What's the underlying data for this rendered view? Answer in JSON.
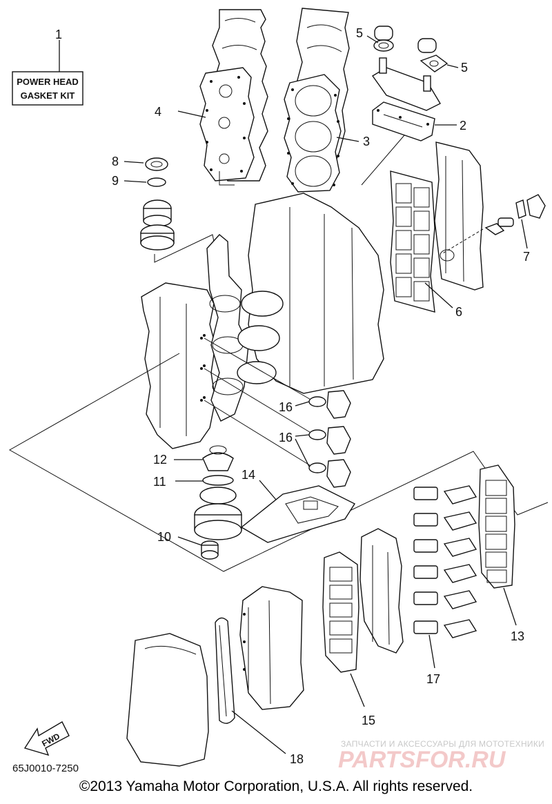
{
  "kit_label": {
    "line1": "POWER HEAD",
    "line2": "GASKET KIT"
  },
  "callouts": {
    "c1": "1",
    "c2": "2",
    "c3": "3",
    "c4": "4",
    "c5a": "5",
    "c5b": "5",
    "c6": "6",
    "c7": "7",
    "c8": "8",
    "c9": "9",
    "c10": "10",
    "c11": "11",
    "c12": "12",
    "c13": "13",
    "c14": "14",
    "c15": "15",
    "c16a": "16",
    "c16b": "16",
    "c17": "17",
    "c18": "18"
  },
  "fwd_label": "FWD",
  "diagram_code": "65J0010-7250",
  "watermark": {
    "tagline": "ЗАПЧАСТИ И АКСЕССУАРЫ ДЛЯ МОТОТЕХНИКИ",
    "brand": "PARTSFOR.RU"
  },
  "copyright": "©2013 Yamaha Motor Corporation, U.S.A. All rights reserved."
}
